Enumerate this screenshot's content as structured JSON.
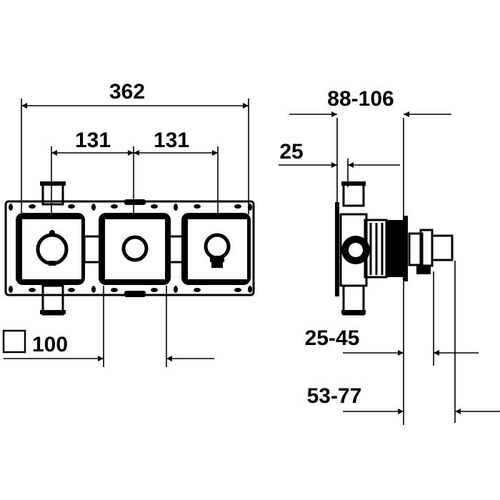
{
  "drawing": {
    "front_view": {
      "overall_width": "362",
      "spacing_left": "131",
      "spacing_right": "131",
      "square_label": "100"
    },
    "side_view": {
      "depth_range": "88-106",
      "plate_offset": "25",
      "range_a": "25-45",
      "range_b": "53-77"
    },
    "colors": {
      "line": "#000000",
      "background": "#ffffff"
    }
  }
}
